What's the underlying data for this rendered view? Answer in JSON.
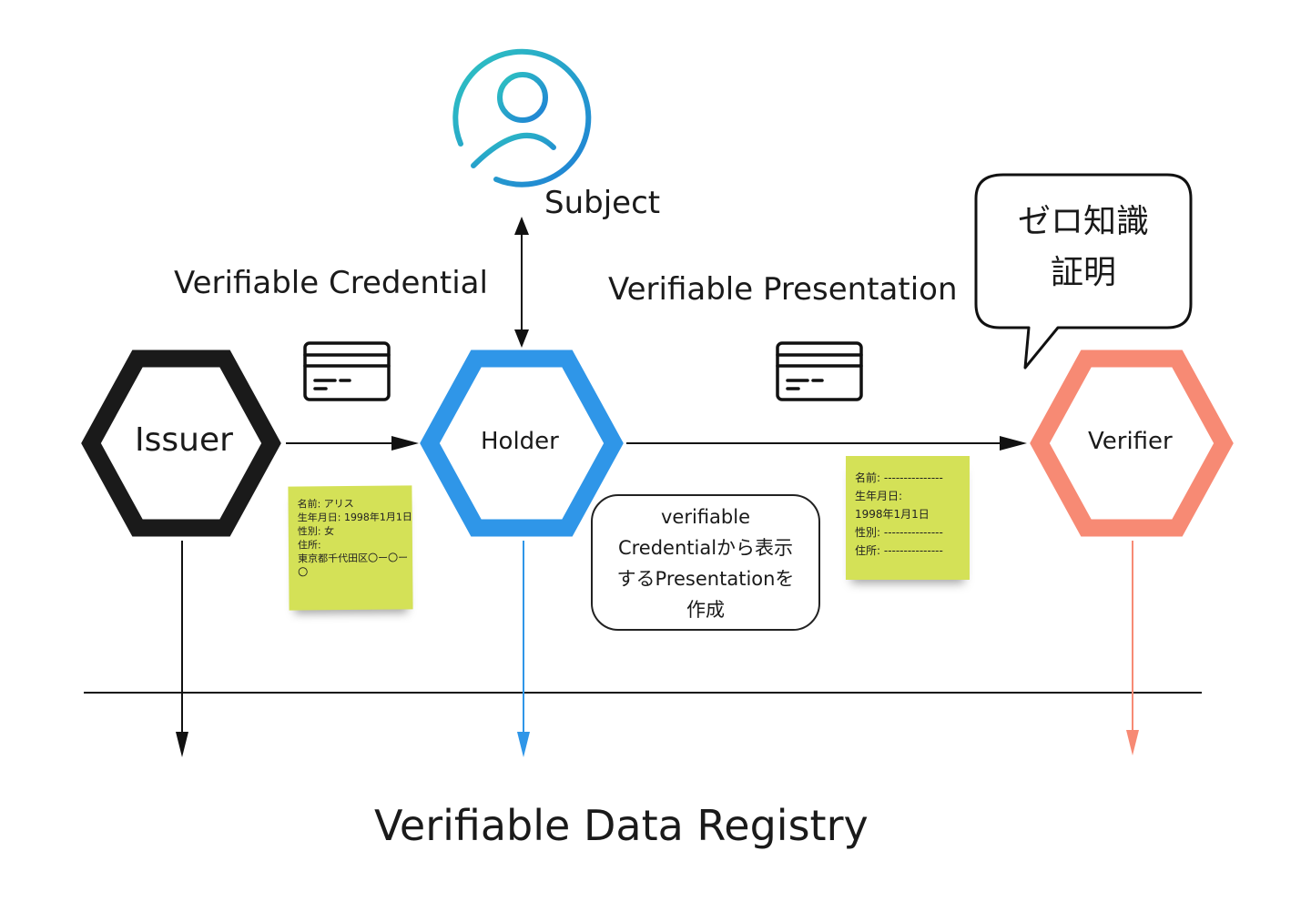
{
  "subject": {
    "label": "Subject",
    "icon": "user-circle-icon"
  },
  "nodes": {
    "issuer": {
      "label": "Issuer",
      "color": "#1a1a1a"
    },
    "holder": {
      "label": "Holder",
      "color": "#2f96e8"
    },
    "verifier": {
      "label": "Verifier",
      "color": "#f78a74"
    }
  },
  "edges": {
    "credential_label": "Verifiable Credential",
    "presentation_label": "Verifiable Presentation"
  },
  "registry": {
    "label": "Verifiable Data Registry"
  },
  "bubble": {
    "line1": "ゼロ知識",
    "line2": "証明"
  },
  "credential_note": {
    "lines": [
      "名前: アリス",
      "生年月日: 1998年1月1日",
      "性別: 女",
      "住所:",
      "東京都千代田区〇ー〇ー",
      "〇"
    ]
  },
  "presentation_note": {
    "lines": [
      "名前: ---------------",
      "生年月日:",
      "1998年1月1日",
      "性別: ---------------",
      "住所: ---------------"
    ]
  },
  "process_box": {
    "lines": [
      "verifiable",
      "Credentialから表示",
      "するPresentationを",
      "作成"
    ]
  }
}
